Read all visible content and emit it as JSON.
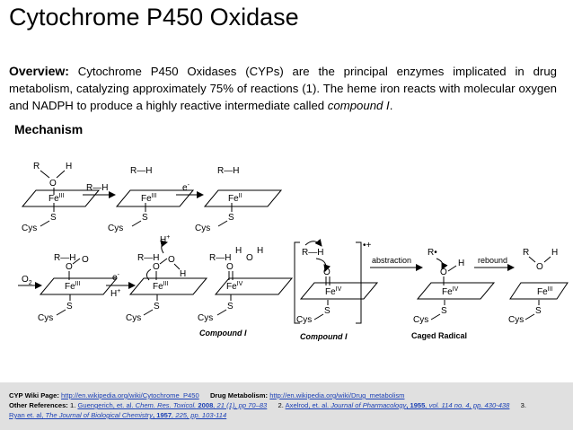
{
  "slide": {
    "title": "Cytochrome P450 Oxidase",
    "overview_label": "Overview:",
    "overview_text_1": " Cytochrome P450 Oxidases (CYPs) are the principal enzymes implicated in drug metabolism, catalyzing approximately 75% of reactions (1).  The heme iron reacts with molecular oxygen and NADPH to produce a highly reactive intermediate called ",
    "overview_emph": "compound I",
    "overview_text_2": ".",
    "mechanism_heading": "Mechanism"
  },
  "scheme": {
    "R": "R",
    "H": "H",
    "O": "O",
    "Cys": "Cys",
    "S": "S",
    "Fe": "Fe",
    "ox_III": "III",
    "ox_II": "II",
    "ox_IV": "IV",
    "RH": "R—H",
    "e_minus": "e",
    "minus": "-",
    "H_plus": "H",
    "plus": "+",
    "O2": "O",
    "two": "2",
    "compound_I": "Compound I",
    "abstraction": "abstraction",
    "rebound": "rebound",
    "caged_radical": "Caged Radical",
    "radical_dot_plus": "•+",
    "R_dot": "R•"
  },
  "footer": {
    "cyp_wiki_label": "CYP Wiki Page:",
    "cyp_wiki_url": "http://en.wikipedia.org/wiki/Cytochrome_P450",
    "drug_label": "Drug Metabolism:",
    "drug_url": "http://en.wikipedia.org/wiki/Drug_metabolism",
    "other_label": "Other References:",
    "ref1_num": "1.",
    "ref1_authors": "Guengerich, et. al.",
    "ref1_journal": "Chem. Res. Toxicol.",
    "ref1_year": "2008",
    "ref1_rest": ", 21 (1), pp 70–83",
    "ref2_num": "2.",
    "ref2_authors": "Axelrod, et. al.",
    "ref2_journal": "Journal of Pharmacology",
    "ref2_year": ", 1955",
    "ref2_rest": ", vol. 114 no. 4, pp. 430-438",
    "ref3_num": "3.",
    "ref3_authors": "Ryan et. al,",
    "ref3_journal": "The Journal of Biological Chemistry",
    "ref3_year": ", 1957",
    "ref3_rest": ", 225, pp. 103-114"
  }
}
